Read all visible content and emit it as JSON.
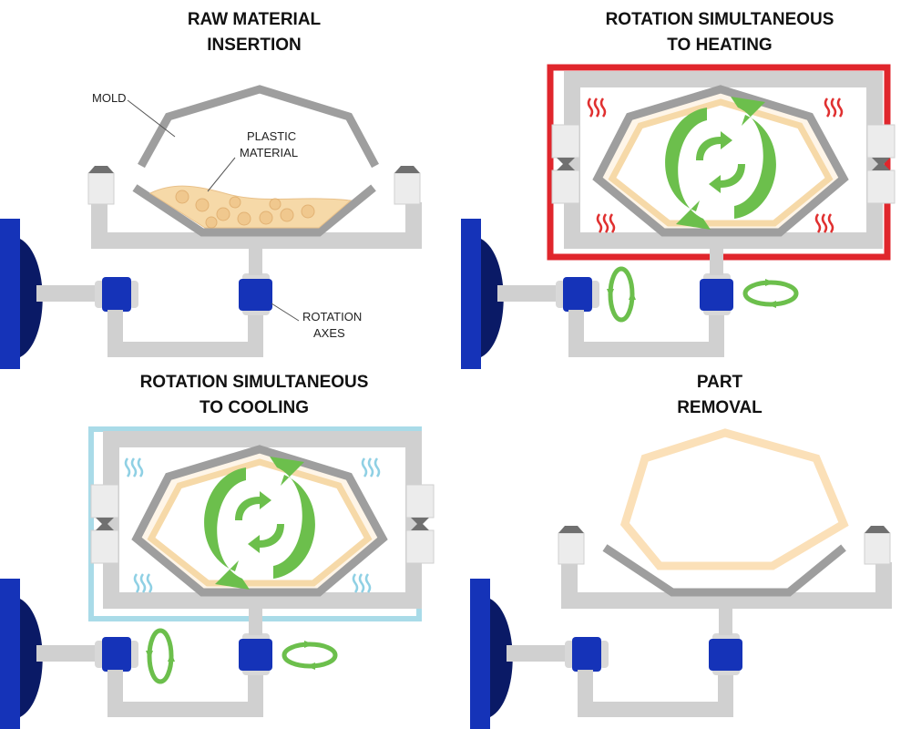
{
  "panels": {
    "raw_material": {
      "title_line1": "RAW MATERIAL",
      "title_line2": "INSERTION"
    },
    "heating": {
      "title_line1": "ROTATION SIMULTANEOUS",
      "title_line2": "TO HEATING"
    },
    "cooling": {
      "title_line1": "ROTATION SIMULTANEOUS",
      "title_line2": "TO COOLING"
    },
    "removal": {
      "title_line1": "PART",
      "title_line2": "REMOVAL"
    }
  },
  "labels": {
    "mold": "MOLD",
    "plastic_line1": "PLASTIC",
    "plastic_line2": "MATERIAL",
    "rotation_line1": "ROTATION",
    "rotation_line2": "AXES"
  },
  "colors": {
    "arm_gray": "#d0d0d0",
    "mold_gray": "#9e9e9e",
    "motor_blue": "#1533b8",
    "motor_dark": "#0a1a66",
    "plastic_fill": "#f6d9a8",
    "plastic_stroke": "#e9c18a",
    "oven_heating": "#e0262c",
    "oven_cooling": "#a9dbe8",
    "heat_waves": "#e03030",
    "cool_waves": "#8fd0e4",
    "rotation_arrows": "#6cbf4c"
  },
  "icons": {
    "motor": "motor-icon",
    "joint": "rotation-joint-icon",
    "clamp": "clamp-icon",
    "heat": "heat-waves-icon",
    "cool": "cool-waves-icon",
    "rotate": "rotation-arrows-icon"
  }
}
